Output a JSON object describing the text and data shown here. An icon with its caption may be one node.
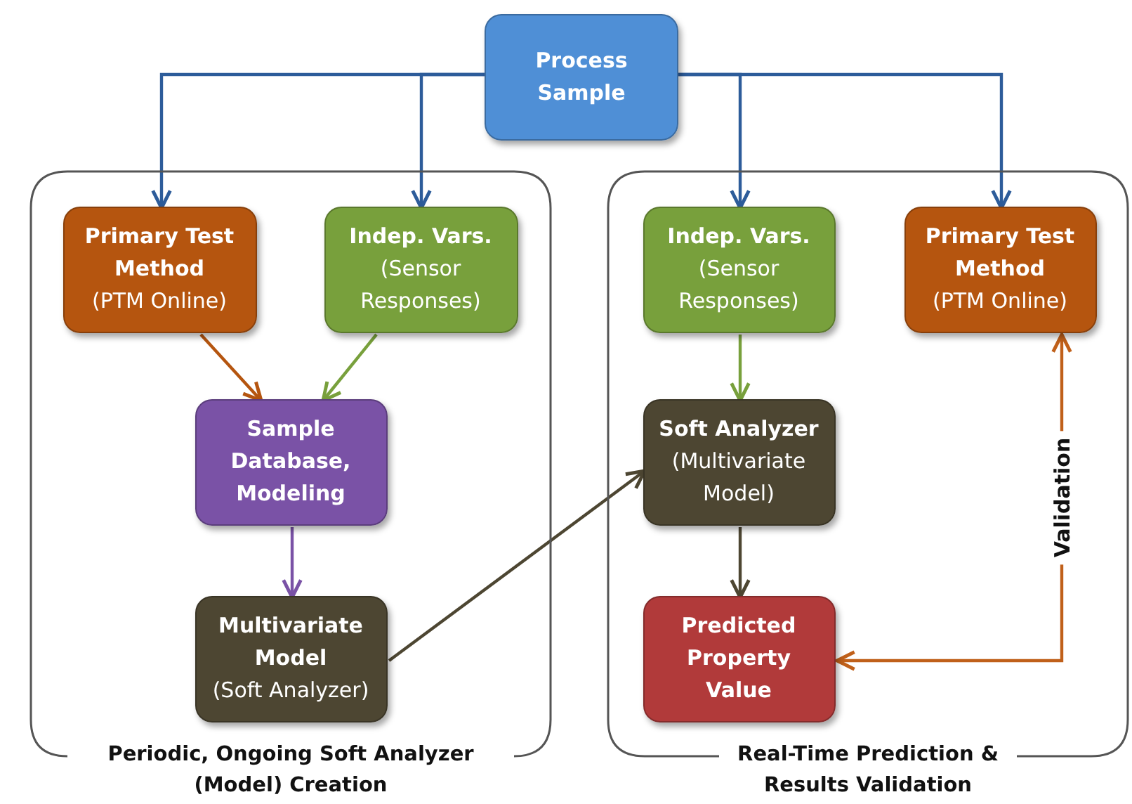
{
  "diagram": {
    "nodes": [
      {
        "text": [
          "Process Sample"
        ]
      },
      {
        "text": [
          "Periodic, Ongoing Soft Analyzer (Model) Creation"
        ]
      },
      {
        "text": [
          "Primary Test Method",
          "(PTM Online)"
        ],
        "in": 1
      },
      {
        "text": [
          "Indep. Vars.",
          "(Sensor Responses)"
        ],
        "in": 1
      },
      {
        "text": [
          "Sample Database, Modeling"
        ],
        "in": 1
      },
      {
        "text": [
          "Multivariate Model",
          "(Soft Analyzer)"
        ],
        "in": 1
      },
      {
        "text": [
          "Real-Time Prediction & Results Validation"
        ]
      },
      {
        "text": [
          "Indep. Vars.",
          "(Sensor Responses)"
        ],
        "in": 6
      },
      {
        "text": [
          "Primary Test Method",
          "(PTM Online)"
        ],
        "in": 6
      },
      {
        "text": [
          "Soft Analyzer",
          "(Multivariate Model)"
        ],
        "in": 6
      },
      {
        "text": [
          "Predicted Property Value"
        ],
        "in": 6
      }
    ],
    "edges": [
      {
        "from": 0,
        "to": 2,
        "arrow": "to"
      },
      {
        "from": 0,
        "to": 3,
        "arrow": "to"
      },
      {
        "from": 0,
        "to": 7,
        "arrow": "to"
      },
      {
        "from": 0,
        "to": 8,
        "arrow": "to"
      },
      {
        "from": 2,
        "to": 4,
        "arrow": "to",
        "color": "#b5550f"
      },
      {
        "from": 3,
        "to": 4,
        "arrow": "to",
        "color": "#78a03c"
      },
      {
        "from": 4,
        "to": 5,
        "arrow": "to",
        "color": "#7a52a6"
      },
      {
        "from": 5,
        "to": 9,
        "arrow": "to",
        "color": "#4d4632"
      },
      {
        "from": 7,
        "to": 9,
        "arrow": "to",
        "color": "#78a03c"
      },
      {
        "from": 9,
        "to": 10,
        "arrow": "to",
        "color": "#4d4632"
      },
      {
        "from": 10,
        "to": 8,
        "arrow": "both",
        "label": "Validation",
        "color": "#c0601a"
      }
    ]
  }
}
